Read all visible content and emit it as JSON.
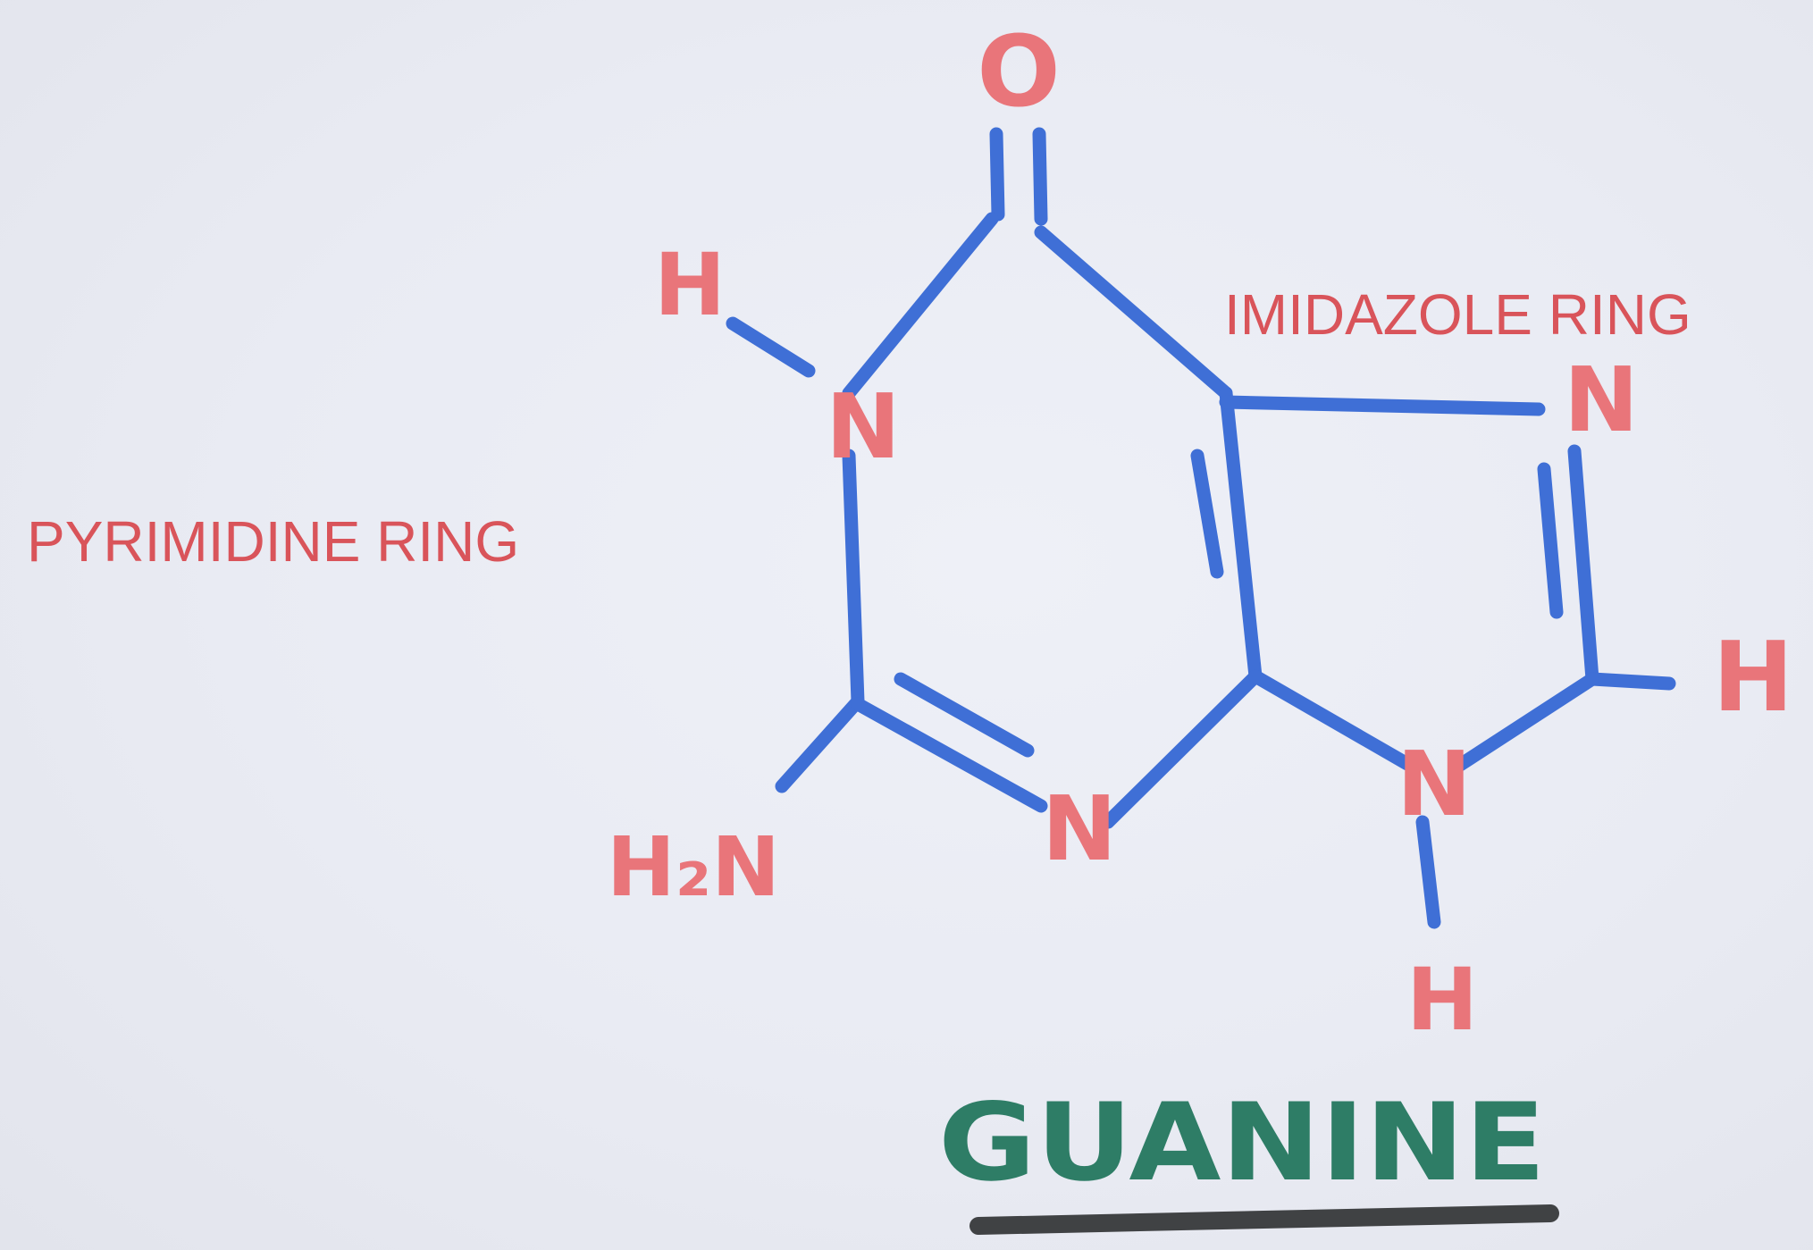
{
  "title": "GUANINE",
  "ring_labels": {
    "pyrimidine": "PYRIMIDINE RING",
    "imidazole": "IMIDAZOLE RING"
  },
  "atoms": {
    "oxygen": "O",
    "n1": "N",
    "h_n1": "H",
    "n3": "N",
    "amine": "H₂N",
    "n7": "N",
    "n9": "N",
    "h_c8": "H",
    "h_n9": "H"
  },
  "colors": {
    "bond": "#3f6fd6",
    "atom_label": "#e9757a",
    "ring_label": "#d9545a",
    "title": "#2e7d66",
    "underline": "#404244"
  }
}
